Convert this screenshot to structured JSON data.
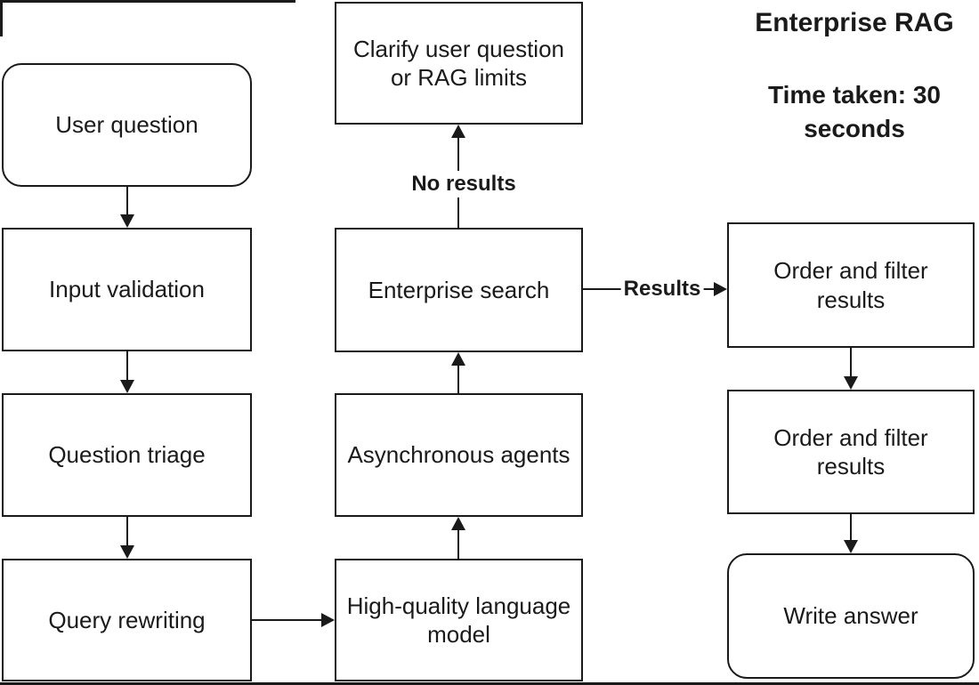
{
  "header": {
    "title": "Enterprise RAG",
    "subtitle": "Time taken: 30 seconds"
  },
  "nodes": [
    {
      "id": "user-question",
      "label": "User question",
      "shape": "rounded"
    },
    {
      "id": "input-validation",
      "label": "Input validation",
      "shape": "rect"
    },
    {
      "id": "question-triage",
      "label": "Question triage",
      "shape": "rect"
    },
    {
      "id": "query-rewriting",
      "label": "Query rewriting",
      "shape": "rect"
    },
    {
      "id": "clarify",
      "label": "Clarify user question\nor RAG limits",
      "shape": "rect"
    },
    {
      "id": "enterprise-search",
      "label": "Enterprise search",
      "shape": "rect"
    },
    {
      "id": "async-agents",
      "label": "Asynchronous agents",
      "shape": "rect"
    },
    {
      "id": "hq-lm",
      "label": "High-quality language\nmodel",
      "shape": "rect"
    },
    {
      "id": "order-filter-1",
      "label": "Order and filter\nresults",
      "shape": "rect"
    },
    {
      "id": "order-filter-2",
      "label": "Order and filter\nresults",
      "shape": "rect"
    },
    {
      "id": "write-answer",
      "label": "Write answer",
      "shape": "rounded"
    }
  ],
  "edges": [
    {
      "from": "user-question",
      "to": "input-validation",
      "label": ""
    },
    {
      "from": "input-validation",
      "to": "question-triage",
      "label": ""
    },
    {
      "from": "question-triage",
      "to": "query-rewriting",
      "label": ""
    },
    {
      "from": "query-rewriting",
      "to": "hq-lm",
      "label": ""
    },
    {
      "from": "hq-lm",
      "to": "async-agents",
      "label": ""
    },
    {
      "from": "async-agents",
      "to": "enterprise-search",
      "label": ""
    },
    {
      "from": "enterprise-search",
      "to": "clarify",
      "label": "No results"
    },
    {
      "from": "enterprise-search",
      "to": "order-filter-1",
      "label": "Results"
    },
    {
      "from": "order-filter-1",
      "to": "order-filter-2",
      "label": ""
    },
    {
      "from": "order-filter-2",
      "to": "write-answer",
      "label": ""
    }
  ],
  "colors": {
    "stroke": "#1a1a1a",
    "background": "#ffffff",
    "text": "#1a1a1a"
  }
}
